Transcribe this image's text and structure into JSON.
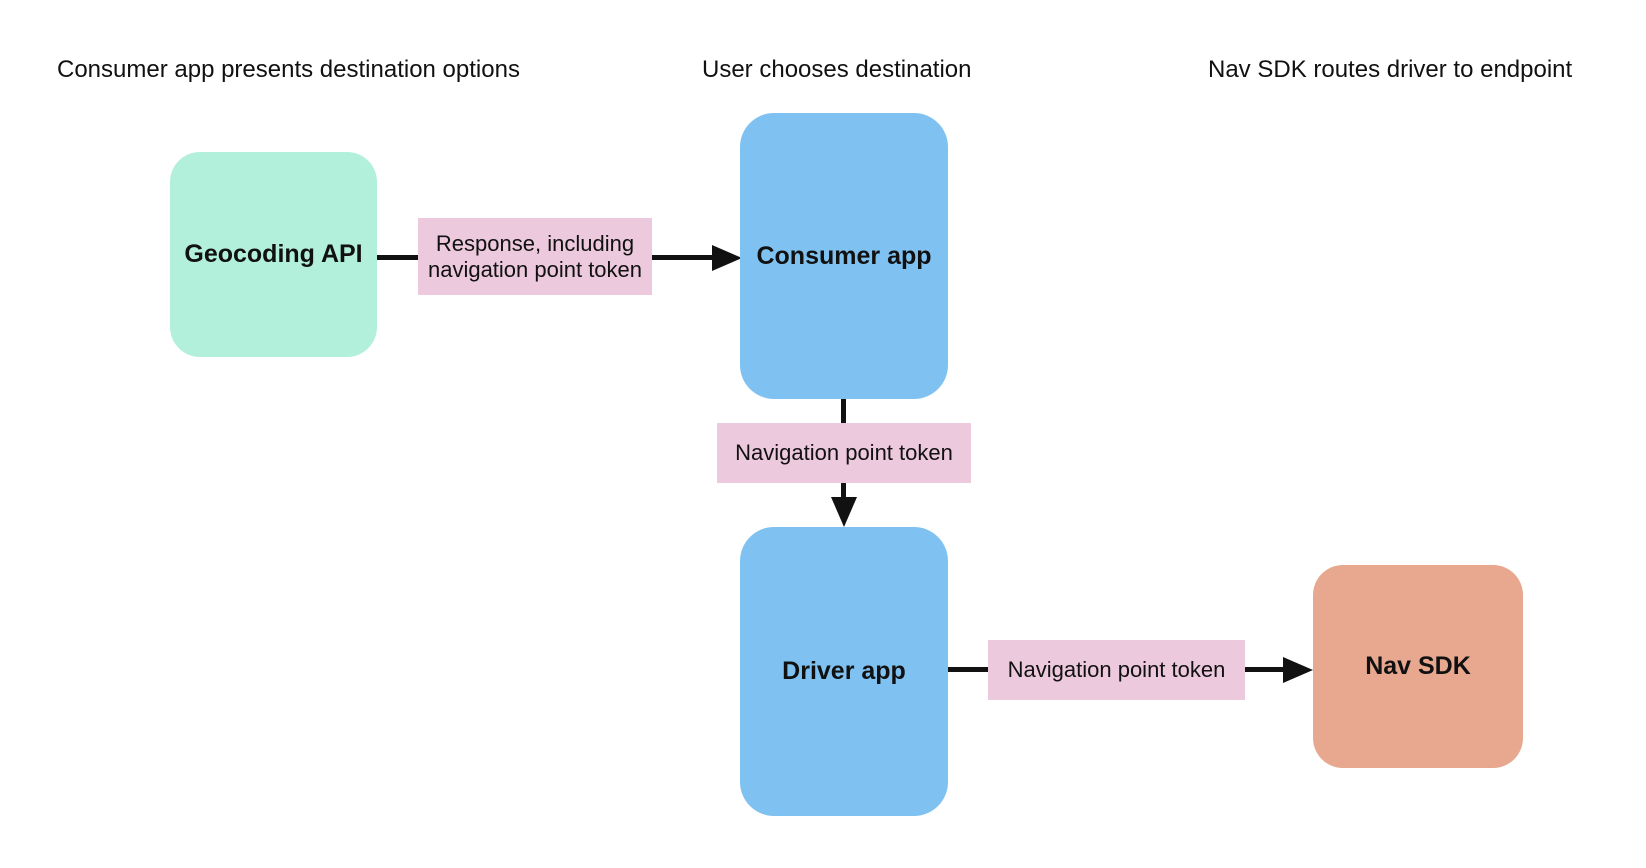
{
  "headers": [
    {
      "label": "Consumer app presents destination options"
    },
    {
      "label": "User chooses destination"
    },
    {
      "label": "Nav SDK routes driver to endpoint"
    }
  ],
  "nodes": {
    "geocoding_api": {
      "label": "Geocoding API",
      "color": "#b2f0dc"
    },
    "consumer_app": {
      "label": "Consumer app",
      "color": "#7fc2f2"
    },
    "driver_app": {
      "label": "Driver app",
      "color": "#7fc2f2"
    },
    "nav_sdk": {
      "label": "Nav SDK",
      "color": "#e8a88f"
    }
  },
  "edges": {
    "geocoding_to_consumer": {
      "label": "Response, including navigation point token",
      "bg": "#ecc9dc"
    },
    "consumer_to_driver": {
      "label": "Navigation point token",
      "bg": "#ecc9dc"
    },
    "driver_to_navsdk": {
      "label": "Navigation point token",
      "bg": "#ecc9dc"
    }
  },
  "colors": {
    "arrow": "#111111",
    "text": "#111111",
    "background": "#ffffff"
  }
}
